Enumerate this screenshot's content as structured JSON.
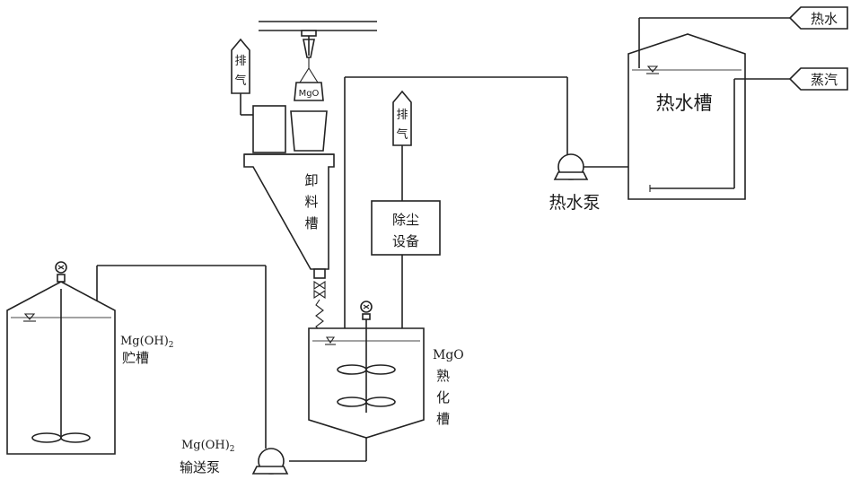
{
  "labels": {
    "hot_water_in": "热水",
    "steam_in": "蒸汽",
    "hot_water_tank": "热水槽",
    "hot_water_pump": "热水泵",
    "exhaust_1": "排",
    "exhaust_1b": "气",
    "exhaust_2": "排",
    "exhaust_2b": "气",
    "mgo_bag": "MgO",
    "hopper_1": "卸",
    "hopper_2": "料",
    "hopper_3": "槽",
    "dust_1": "除尘",
    "dust_2": "设备",
    "mgoh2_tank_1": "Mg(OH)",
    "mgoh2_tank_sub": "2",
    "mgoh2_tank_2": "贮槽",
    "mgo_tank_1": "MgO",
    "mgo_tank_2": "熟",
    "mgo_tank_3": "化",
    "mgo_tank_4": "槽",
    "transfer_pump_1": "Mg(OH)",
    "transfer_pump_sub": "2",
    "transfer_pump_2": "输送泵"
  }
}
